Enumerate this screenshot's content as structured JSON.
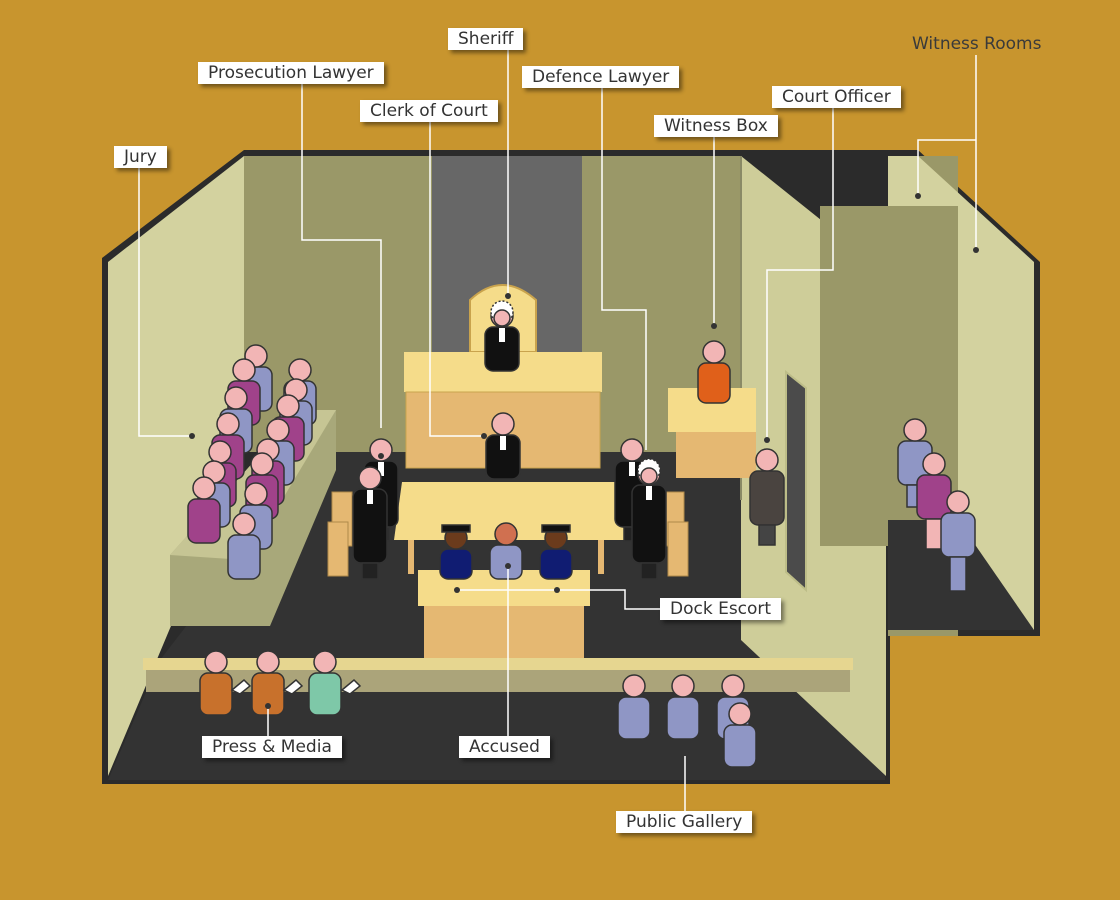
{
  "labels": {
    "sheriff": "Sheriff",
    "prosecution_lawyer": "Prosecution Lawyer",
    "defence_lawyer": "Defence Lawyer",
    "clerk_of_court": "Clerk of Court",
    "court_officer": "Court Officer",
    "witness_box": "Witness Box",
    "jury": "Jury",
    "witness_rooms": "Witness Rooms",
    "dock_escort": "Dock Escort",
    "press_media": "Press & Media",
    "accused": "Accused",
    "public_gallery": "Public Gallery"
  },
  "colors": {
    "background": "#C8952E",
    "floor": "#333333",
    "outline": "#2b2b2b",
    "wall_side": "#D3D29F",
    "wall_back": "#9A9868",
    "furniture": "#E5B872",
    "furniture_top": "#F5DC8A",
    "skin": "#F2B5B5",
    "robe": "#111111",
    "jury_purple": "#A0428A",
    "lavender": "#8F96C5",
    "press_orange": "#C8712C",
    "press_teal": "#7EC8A8",
    "witness_orange": "#E0601A",
    "escort_blue": "#101C72",
    "officer_gray": "#4A4440"
  }
}
